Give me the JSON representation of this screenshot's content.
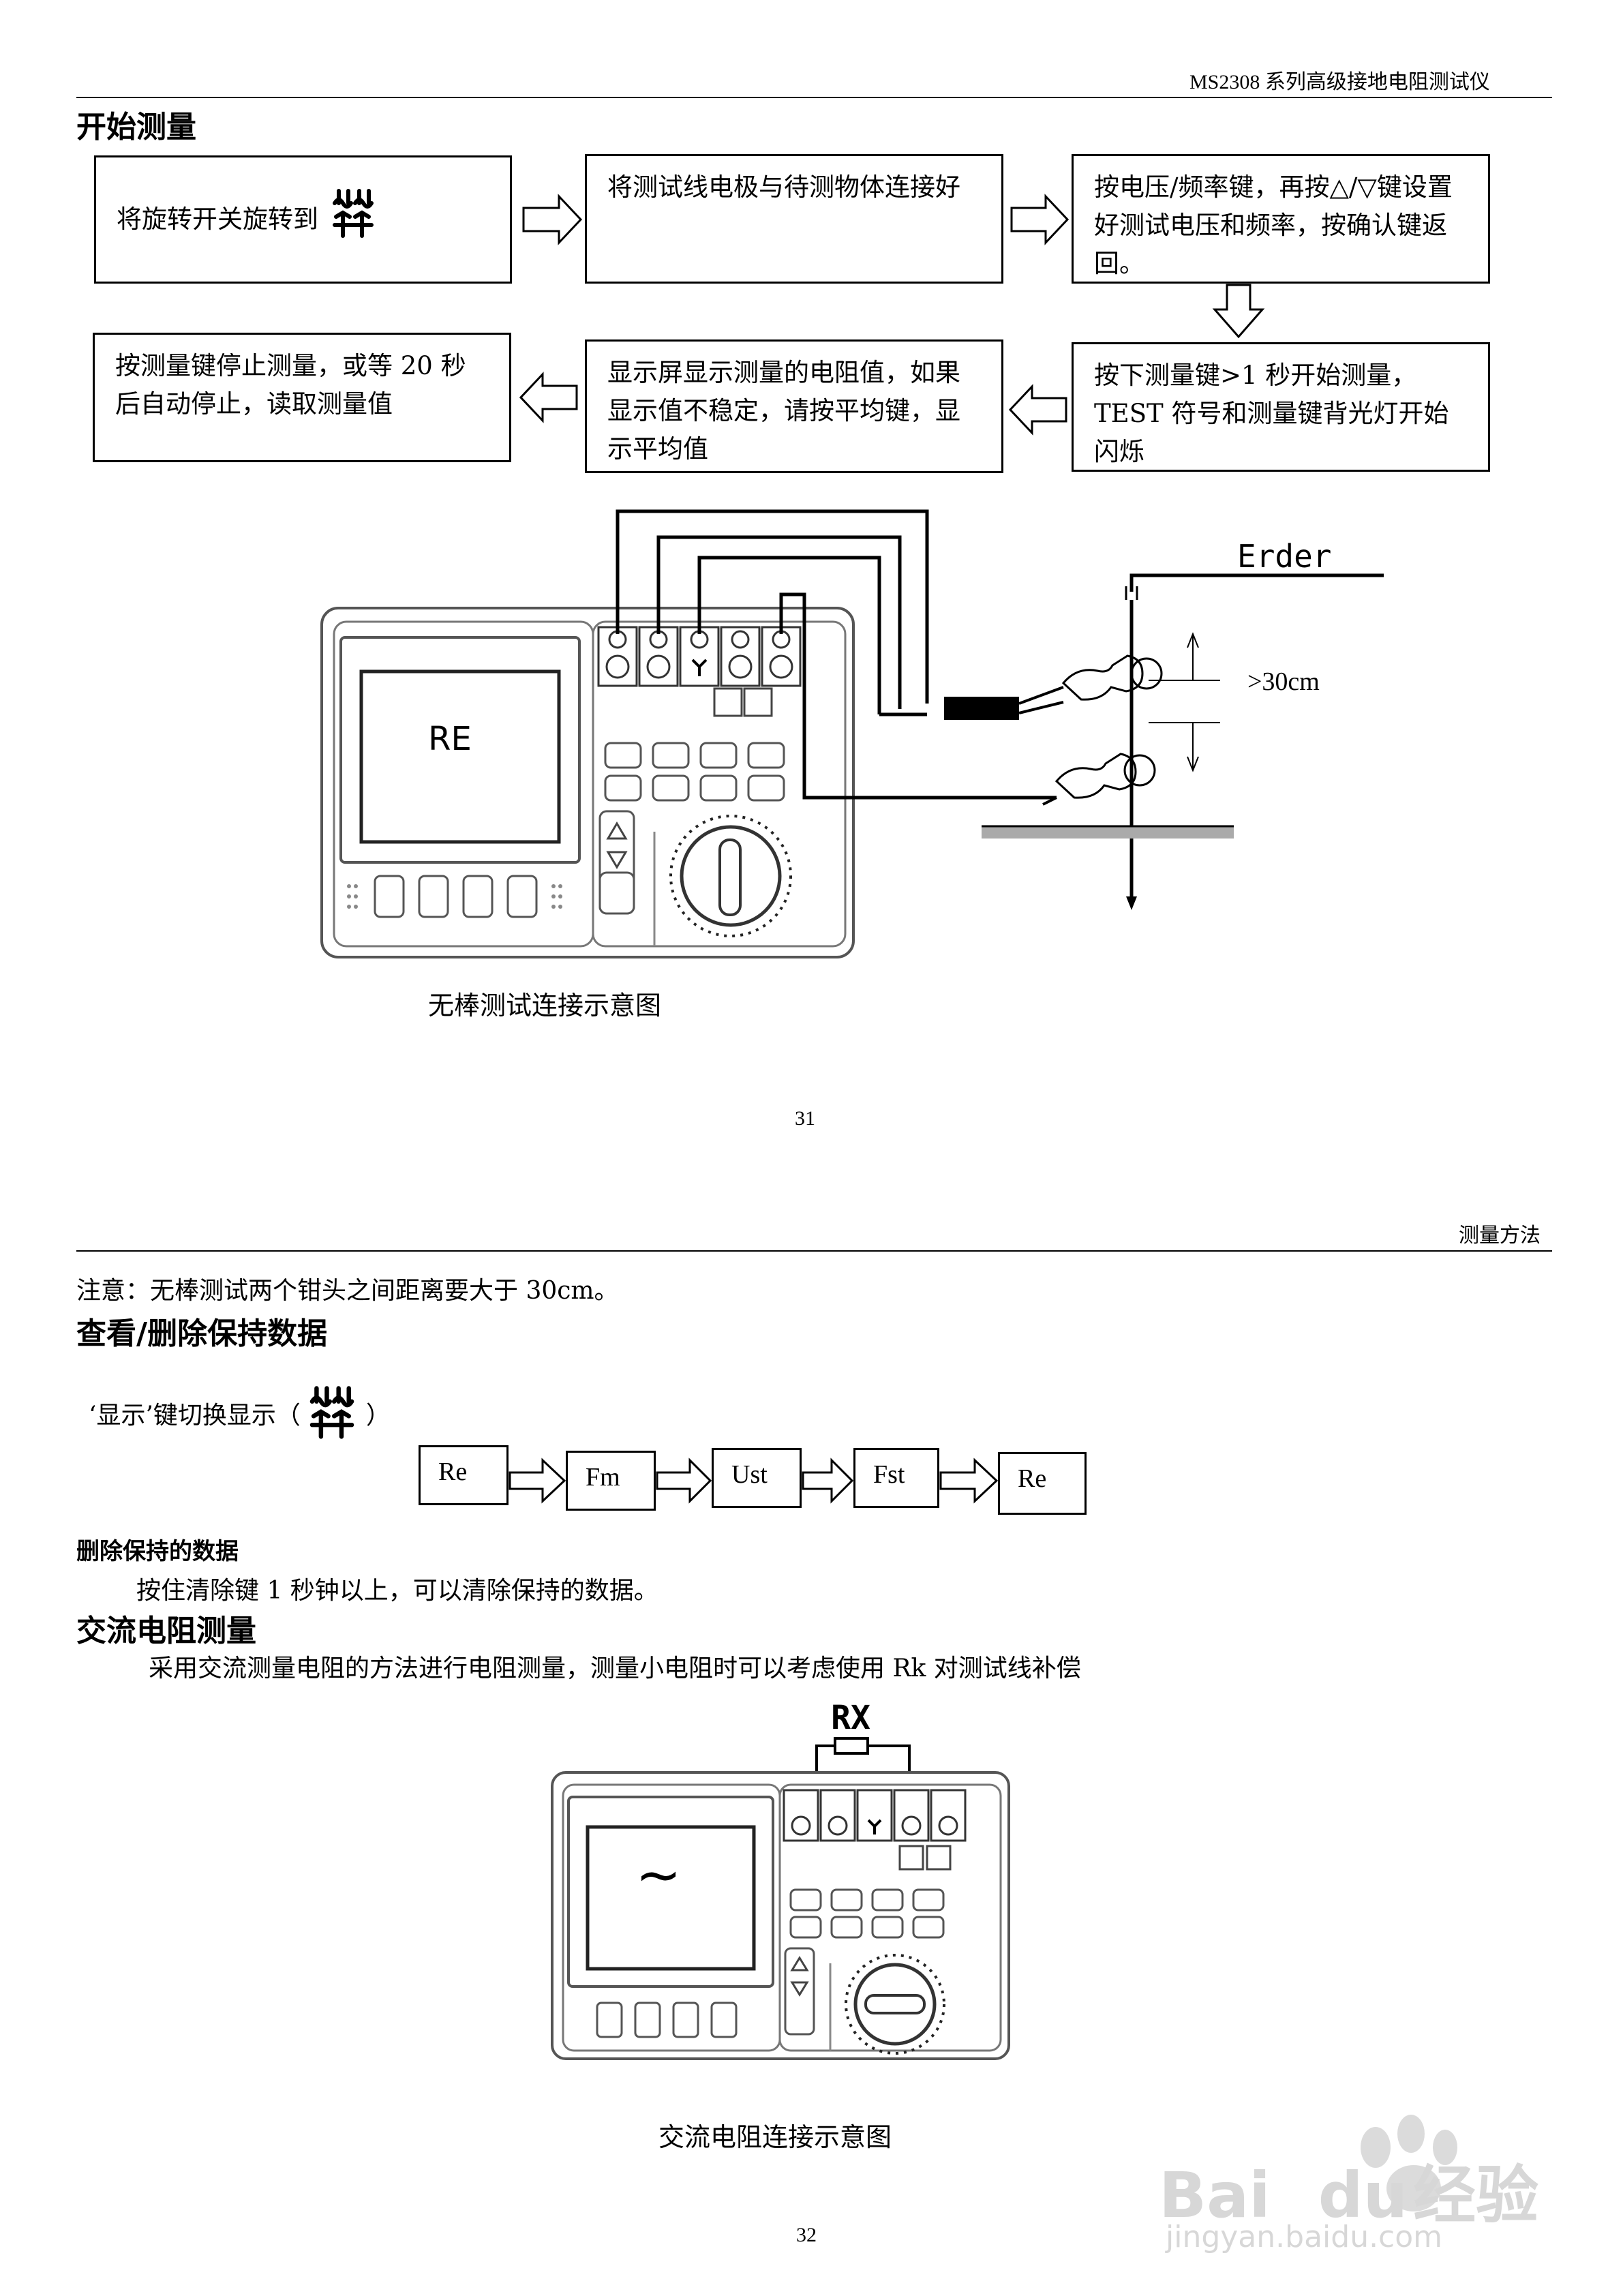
{
  "page1": {
    "header": "MS2308 系列高级接地电阻测试仪",
    "section_title": "开始测量",
    "steps": [
      "将旋转开关旋转到",
      "将测试线电极与待测物体连接好",
      "按电压/频率键，再按△/▽键设置好测试电压和频率，按确认键返回。",
      "按下测量键>1 秒开始测量，TEST 符号和测量键背光灯开始闪烁",
      "显示屏显示测量的电阻值，如果显示值不稳定，请按平均键，显示平均值",
      "按测量键停止测量，或等 20 秒后自动停止，读取测量值"
    ],
    "diagram": {
      "screen_text": "RE",
      "erder_label": "Erder",
      "distance_label": ">30cm",
      "caption": "无棒测试连接示意图"
    },
    "page_number": "31"
  },
  "page2": {
    "header": "测量方法",
    "note": "注意：无棒测试两个钳头之间距离要大于 30cm。",
    "section_view": "查看/删除保持数据",
    "display_key_prefix": "‘显示’键切换显示（",
    "display_key_suffix": "）",
    "display_sequence": [
      "Re",
      "Fm",
      "Ust",
      "Fst",
      "Re"
    ],
    "delete_title": "删除保持的数据",
    "delete_text": "按住清除键 1 秒钟以上，可以清除保持的数据。",
    "section_ac": "交流电阻测量",
    "ac_text": "采用交流测量电阻的方法进行电阻测量，测量小电阻时可以考虑使用 Rk 对测试线补偿",
    "diagram": {
      "rx_label": "RX",
      "screen_symbol": "~",
      "caption": "交流电阻连接示意图"
    },
    "page_number": "32"
  },
  "watermark": {
    "logo_text": "Bai",
    "logo_text2": "du",
    "logo_cn": "经验",
    "url": "jingyan.baidu.com"
  }
}
